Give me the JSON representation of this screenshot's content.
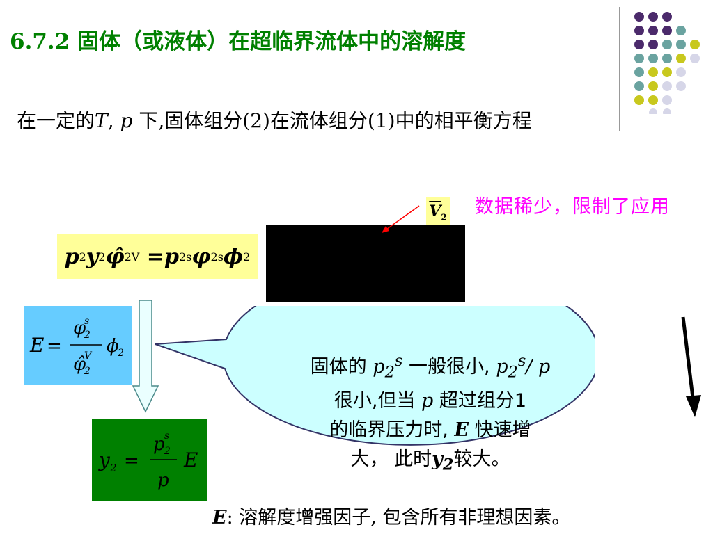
{
  "slide": {
    "title": "6.7.2 固体（或液体）在超临界流体中的溶解度",
    "subtitle_prefix": "在一定的",
    "subtitle_T": "T",
    "subtitle_comma": ", ",
    "subtitle_p": "p",
    "subtitle_rest": " 下,固体组分(2)在流体组分(1)中的相平衡方程",
    "note_symbol": "V",
    "note_sub": "2",
    "note_text": "数据稀少，限制了应用",
    "bubble_line1_a": "固体的 ",
    "bubble_line1_b": " 一般很小, ",
    "bubble_line2": "很小,但当 ",
    "bubble_line2_b": " 超过组分1",
    "bubble_line3": "的临界压力时, ",
    "bubble_line3_b": " 快速增",
    "bubble_line4": "大， 此时",
    "bubble_line4_b": "较大。",
    "footer_symbol": "E",
    "footer_text": ":  溶解度增强因子, 包含所有非理想因素。"
  },
  "colors": {
    "title": "#008000",
    "highlight": "#ffff99",
    "E_box": "#66ccff",
    "y_box": "#008000",
    "bubble": "#ccffff",
    "note": "#ff00ff",
    "dot_purple": "#4b2a6b",
    "dot_teal": "#6aa3a0",
    "dot_yellow": "#c8c81e",
    "dot_lavender": "#d6d6e8"
  }
}
